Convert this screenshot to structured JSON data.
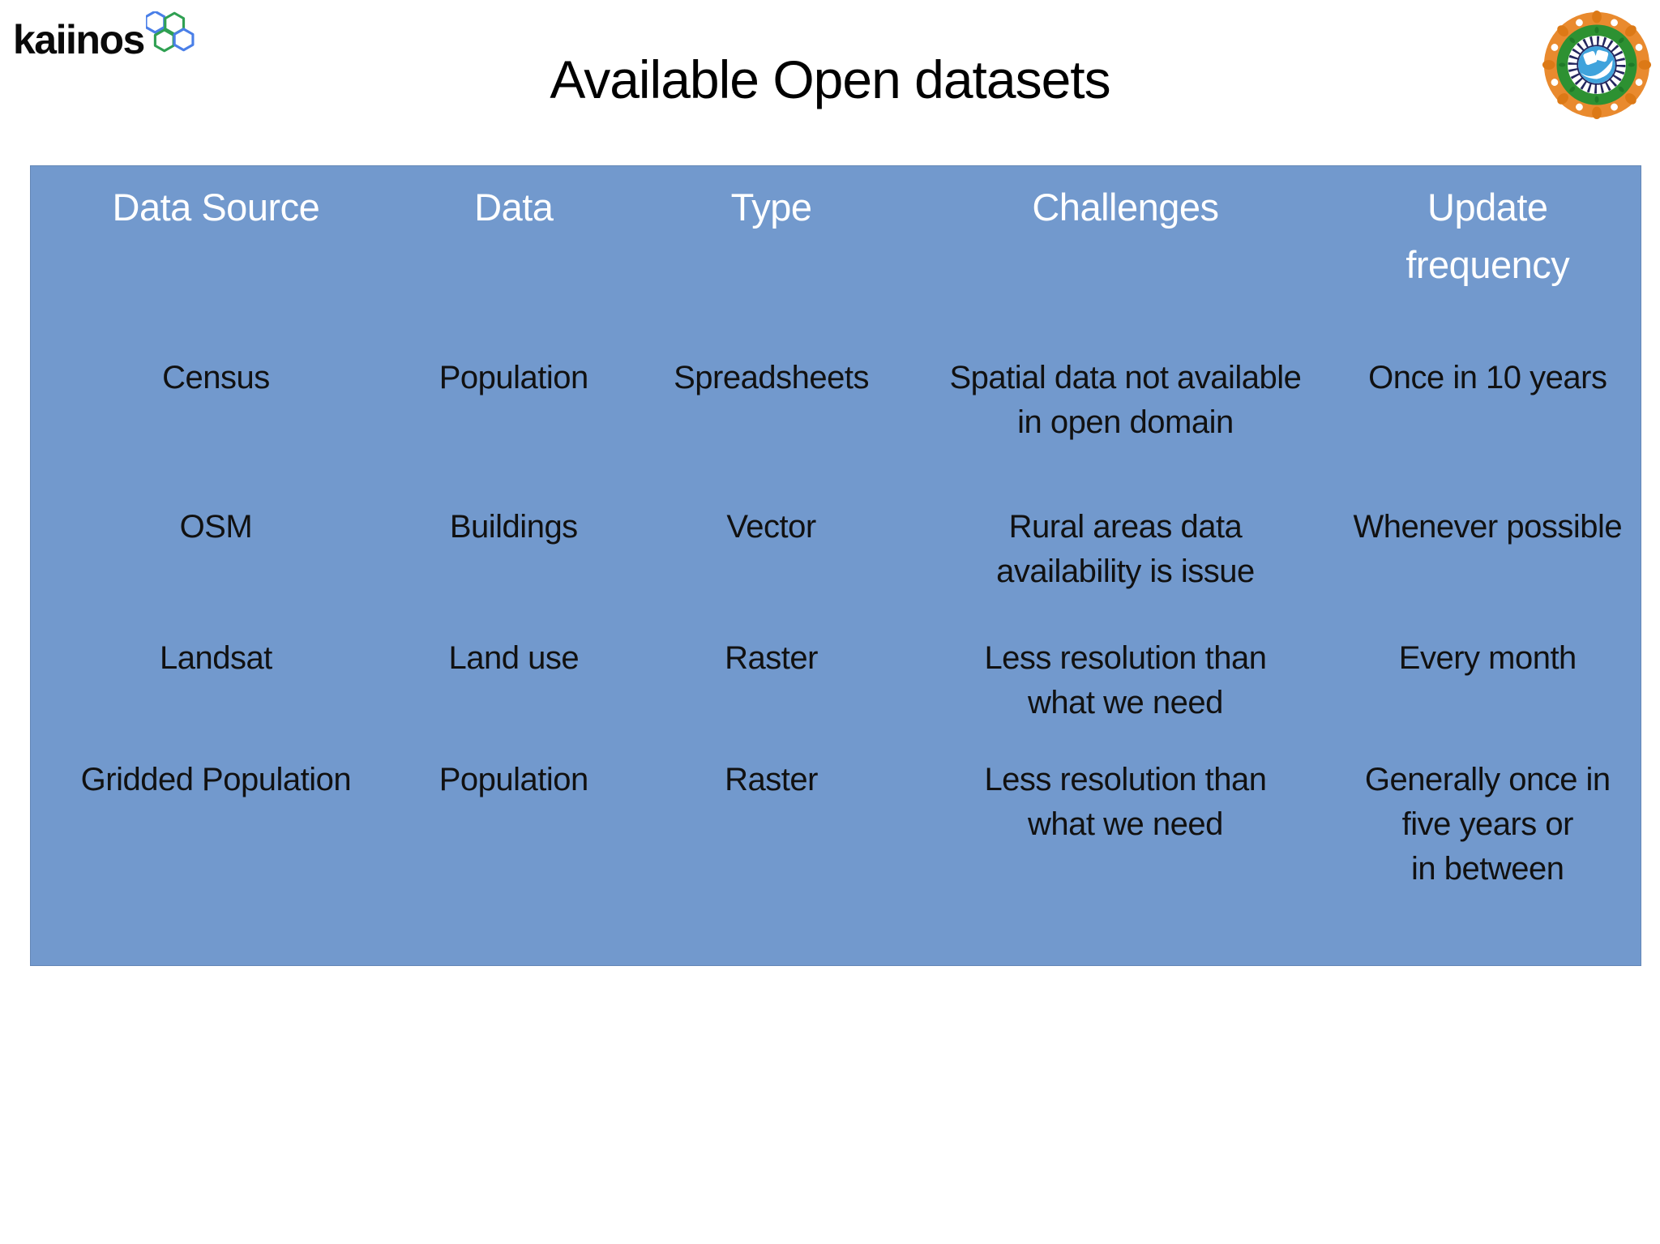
{
  "slide": {
    "background": "#ffffff"
  },
  "brand": {
    "name": "kaiinos",
    "hex_blue": "#4A7FE8",
    "hex_green": "#2FA052"
  },
  "title": "Available Open datasets",
  "emblem": {
    "outer_ring": "#E98A2E",
    "petal": "#DC7916",
    "dot": "#FFFFFF",
    "green_ring": "#2D9132",
    "leaf": "#1F7A28",
    "spoke_ring": "#FFFFFF",
    "spoke": "#23265E",
    "center": "#3FA3DC",
    "motif": "#FFFFFF"
  },
  "table": {
    "background": "#7299CD",
    "header_text_color": "#FFFFFF",
    "body_text_color": "#111111",
    "columns": [
      "Data Source",
      "Data",
      "Type",
      "Challenges",
      "Update\nfrequency"
    ],
    "rows": [
      {
        "source": "Census",
        "data": "Population",
        "type": "Spreadsheets",
        "challenges": "Spatial data not available\nin open domain",
        "update_frequency": "Once in 10 years"
      },
      {
        "source": "OSM",
        "data": "Buildings",
        "type": "Vector",
        "challenges": "Rural areas data\navailability is issue",
        "update_frequency": "Whenever possible"
      },
      {
        "source": "Landsat",
        "data": "Land use",
        "type": "Raster",
        "challenges": "Less resolution than\nwhat we need",
        "update_frequency": "Every month"
      },
      {
        "source": "Gridded Population",
        "data": "Population",
        "type": "Raster",
        "challenges": "Less resolution than\nwhat we need",
        "update_frequency": "Generally once in\nfive years or\nin between"
      }
    ]
  }
}
